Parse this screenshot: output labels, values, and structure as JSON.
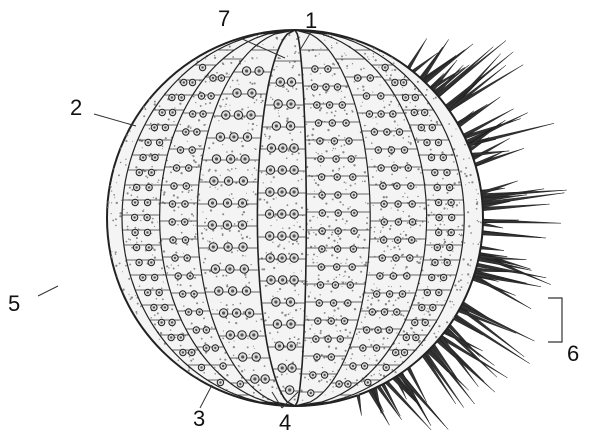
{
  "diagram": {
    "labels": [
      "1",
      "2",
      "3",
      "4",
      "5",
      "6",
      "7"
    ]
  },
  "colors": {
    "ink": "#222222",
    "dots": "#555555",
    "background": "#ffffff"
  }
}
